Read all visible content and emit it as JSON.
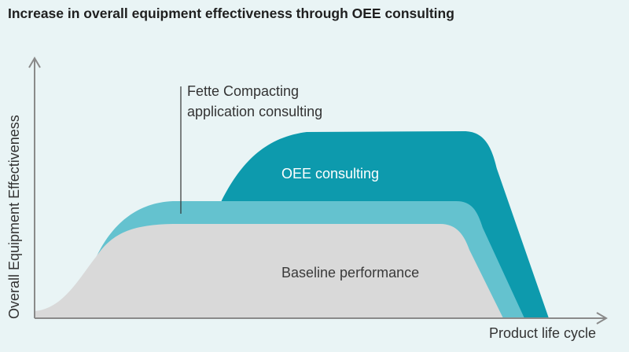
{
  "chart_data": {
    "type": "area",
    "title": "Increase in overall equipment effectiveness through OEE consulting",
    "xlabel": "Product life cycle",
    "ylabel": "Overall Equipment Effectiveness",
    "grid": false,
    "legend": "none",
    "annotation": [
      "Fette Compacting",
      "application consulting"
    ],
    "series": [
      {
        "name": "OEE consulting",
        "color": "#0d9aad"
      },
      {
        "name": "",
        "color": "#64c2cf"
      },
      {
        "name": "Baseline performance",
        "color": "#d9d9d9"
      }
    ],
    "colors": {
      "axis": "#8a8a8a",
      "background": "#e9f4f5",
      "annotation_line": "#333333"
    }
  }
}
